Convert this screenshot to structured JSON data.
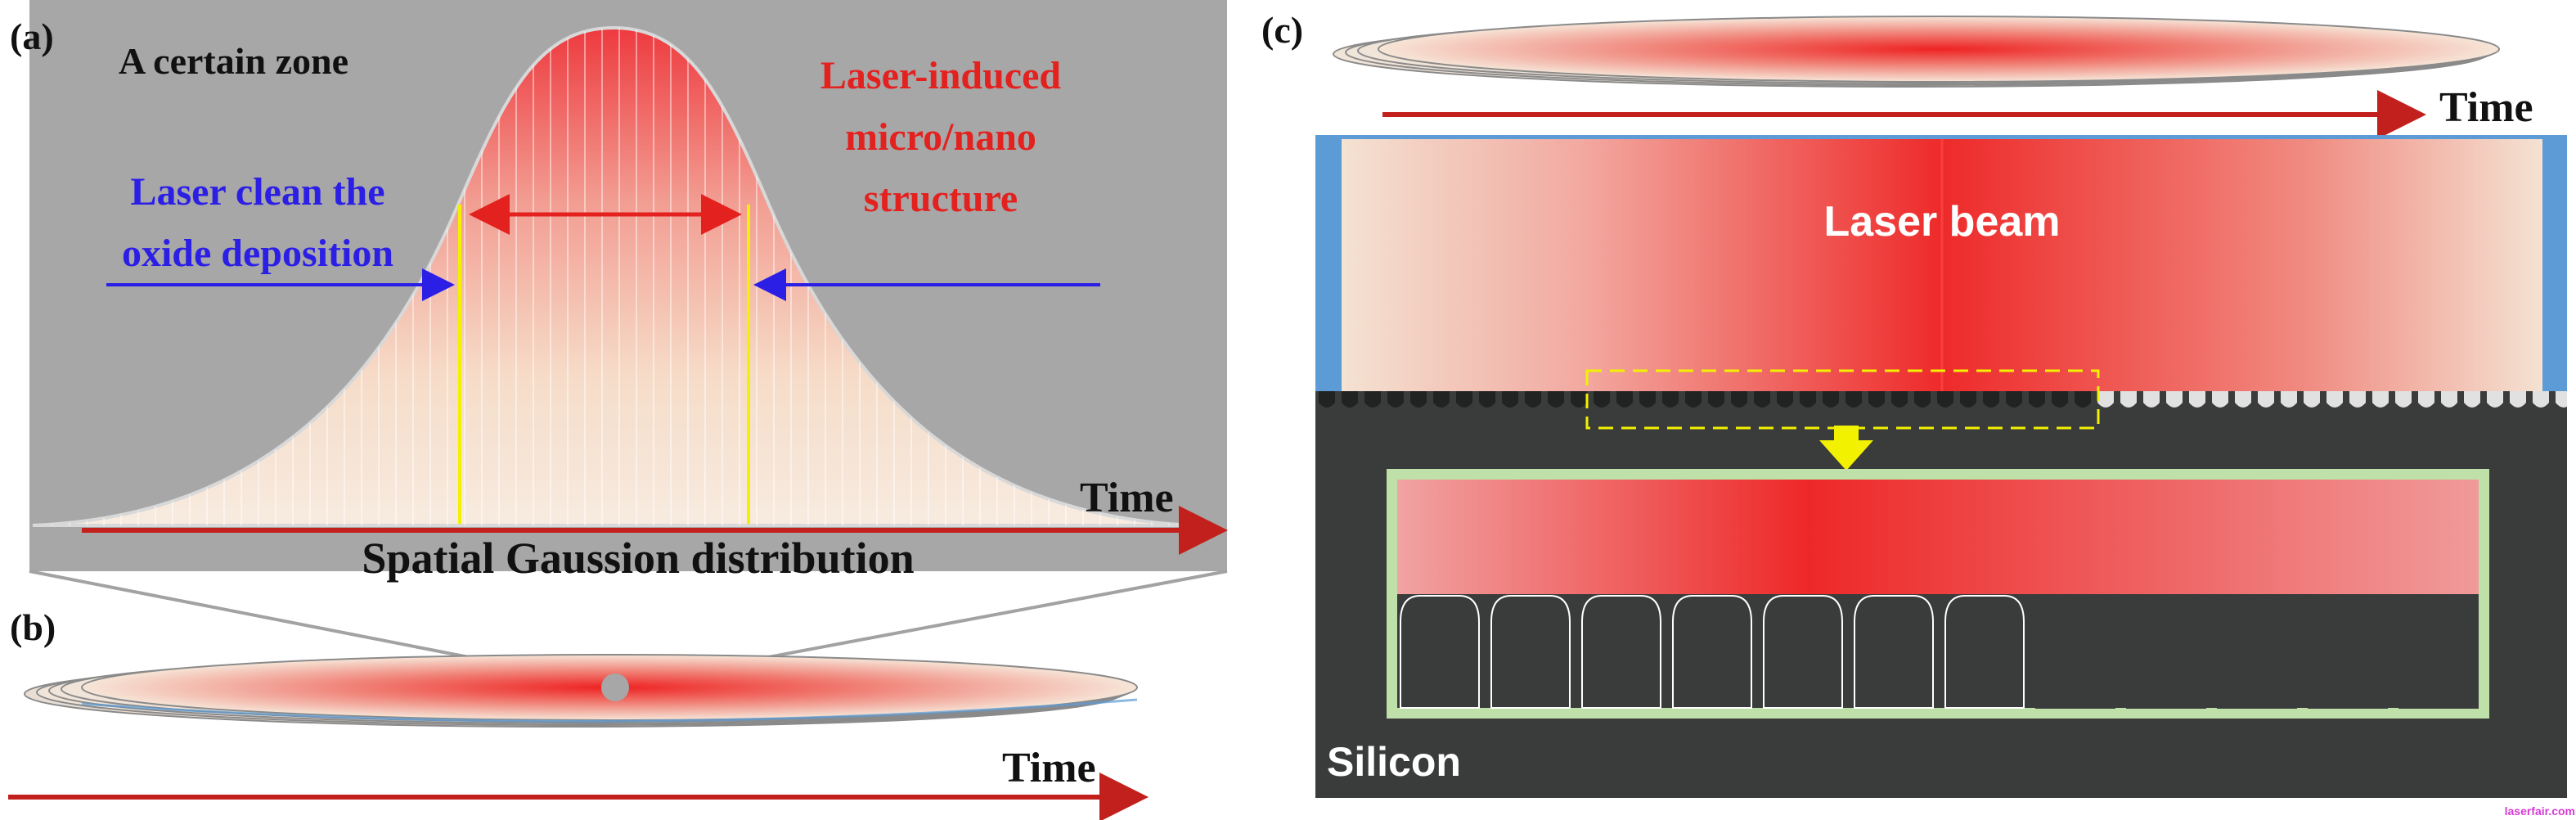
{
  "panel_a": {
    "label": "(a)",
    "zone_text": "A certain zone",
    "clean_line1": "Laser clean the",
    "clean_line2": "oxide deposition",
    "micro_line1": "Laser-induced",
    "micro_line2": "micro/nano",
    "micro_line3": "structure",
    "time_label": "Time",
    "axis_caption": "Spatial Gaussion distribution"
  },
  "panel_b": {
    "label": "(b)",
    "time_label": "Time"
  },
  "panel_c": {
    "label": "(c)",
    "time_label": "Time",
    "beam_label": "Laser beam",
    "material_label": "Silicon"
  },
  "colors": {
    "panel_gray": "#a7a7a7",
    "substrate": "#3a3b3b",
    "laser_red": "#ee2b2b",
    "annotation_blue": "#2b1fe6",
    "annotation_red": "#e3211f",
    "arrow_red": "#c2201c",
    "guide_yellow": "#f2f200",
    "inset_border": "#bfe0a8",
    "frame_blue": "#5c9bd6"
  },
  "watermark": "laserfair.com"
}
